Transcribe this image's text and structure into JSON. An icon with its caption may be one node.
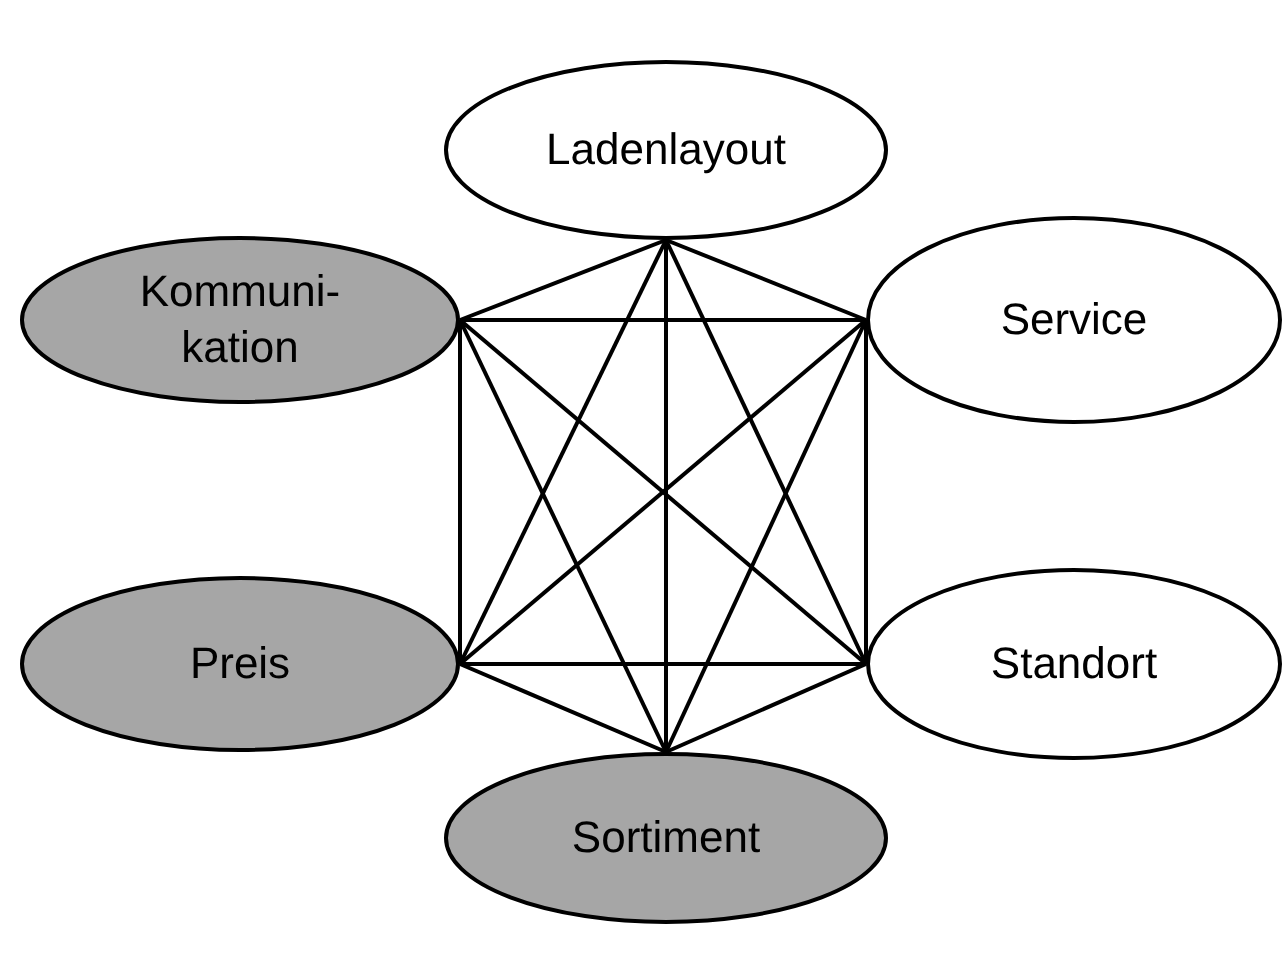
{
  "diagram": {
    "nodes": [
      {
        "text": [
          "Ladenlayout"
        ]
      },
      {
        "text": [
          "Kommuni- kation"
        ]
      },
      {
        "text": [
          "Service"
        ]
      },
      {
        "text": [
          "Preis"
        ]
      },
      {
        "text": [
          "Standort"
        ]
      },
      {
        "text": [
          "Sortiment"
        ]
      }
    ],
    "edges": [
      {
        "from": 0,
        "to": 1,
        "arrow": "none"
      },
      {
        "from": 0,
        "to": 2,
        "arrow": "none"
      },
      {
        "from": 0,
        "to": 3,
        "arrow": "none"
      },
      {
        "from": 0,
        "to": 4,
        "arrow": "none"
      },
      {
        "from": 0,
        "to": 5,
        "arrow": "none"
      },
      {
        "from": 1,
        "to": 2,
        "arrow": "none"
      },
      {
        "from": 1,
        "to": 3,
        "arrow": "none"
      },
      {
        "from": 1,
        "to": 4,
        "arrow": "none"
      },
      {
        "from": 1,
        "to": 5,
        "arrow": "none"
      },
      {
        "from": 2,
        "to": 3,
        "arrow": "none"
      },
      {
        "from": 2,
        "to": 4,
        "arrow": "none"
      },
      {
        "from": 2,
        "to": 5,
        "arrow": "none"
      },
      {
        "from": 3,
        "to": 4,
        "arrow": "none"
      },
      {
        "from": 3,
        "to": 5,
        "arrow": "none"
      },
      {
        "from": 4,
        "to": 5,
        "arrow": "none"
      }
    ]
  }
}
